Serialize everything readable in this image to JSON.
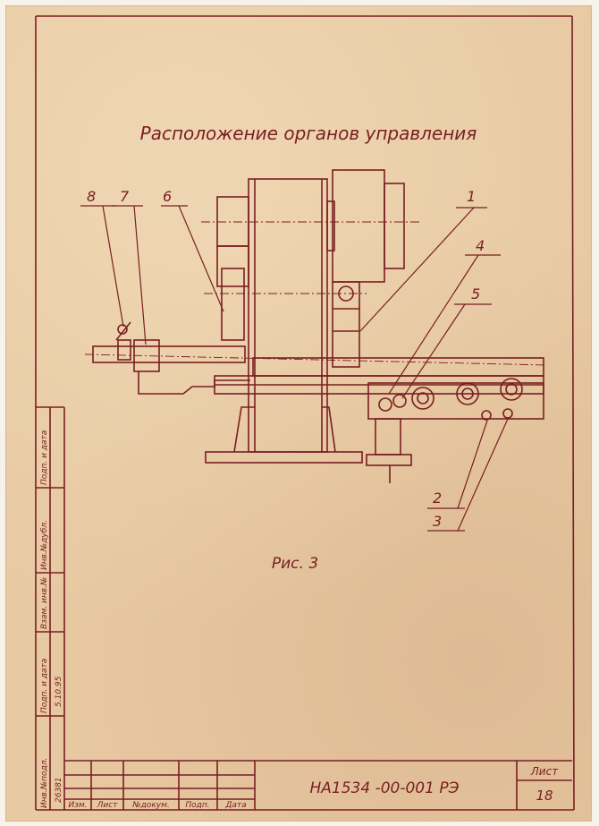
{
  "title": "Расположение органов управления",
  "figure_caption": "Рис. 3",
  "callouts": [
    "8",
    "7",
    "6",
    "1",
    "4",
    "5",
    "2",
    "3"
  ],
  "side_stamp": {
    "columns": [
      "Инв.№подл.",
      "Подп. и дата",
      "Взам. инв.№",
      "Инв.№дубл.",
      "Подп. и дата"
    ],
    "inventory_number": "26381",
    "signature_date": "5.10.95"
  },
  "title_block": {
    "headers": [
      "Изм.",
      "Лист",
      "№докум.",
      "Подп.",
      "Дата"
    ],
    "document_code": "НА1534 -00-001 РЭ",
    "sheet_label": "Лист",
    "sheet_number": "18"
  },
  "colors": {
    "ink": "#7a1e22",
    "paper": "#e7c9a2"
  }
}
